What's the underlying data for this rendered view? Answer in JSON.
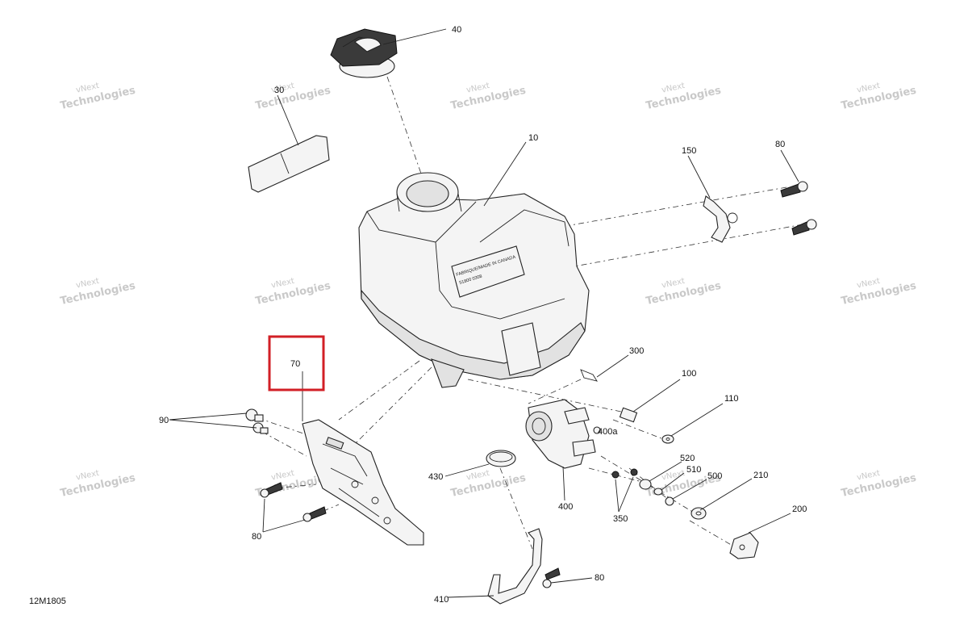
{
  "diagram": {
    "code": "12M1805",
    "decal_text": "FABRIQUE/MADE IN CANADA",
    "decal_text_2": "51800 0308",
    "watermark_line1": "vNext",
    "watermark_line2": "Technologies",
    "highlight_color": "#d21f26",
    "callouts": {
      "c10": "10",
      "c30": "30",
      "c40": "40",
      "c70": "70",
      "c80a": "80",
      "c80b": "80",
      "c80c": "80",
      "c90": "90",
      "c100": "100",
      "c110": "110",
      "c150": "150",
      "c200": "200",
      "c210": "210",
      "c300": "300",
      "c350": "350",
      "c400": "400",
      "c400a": "400a",
      "c410": "410",
      "c430": "430",
      "c500": "500",
      "c510": "510",
      "c520": "520"
    }
  }
}
